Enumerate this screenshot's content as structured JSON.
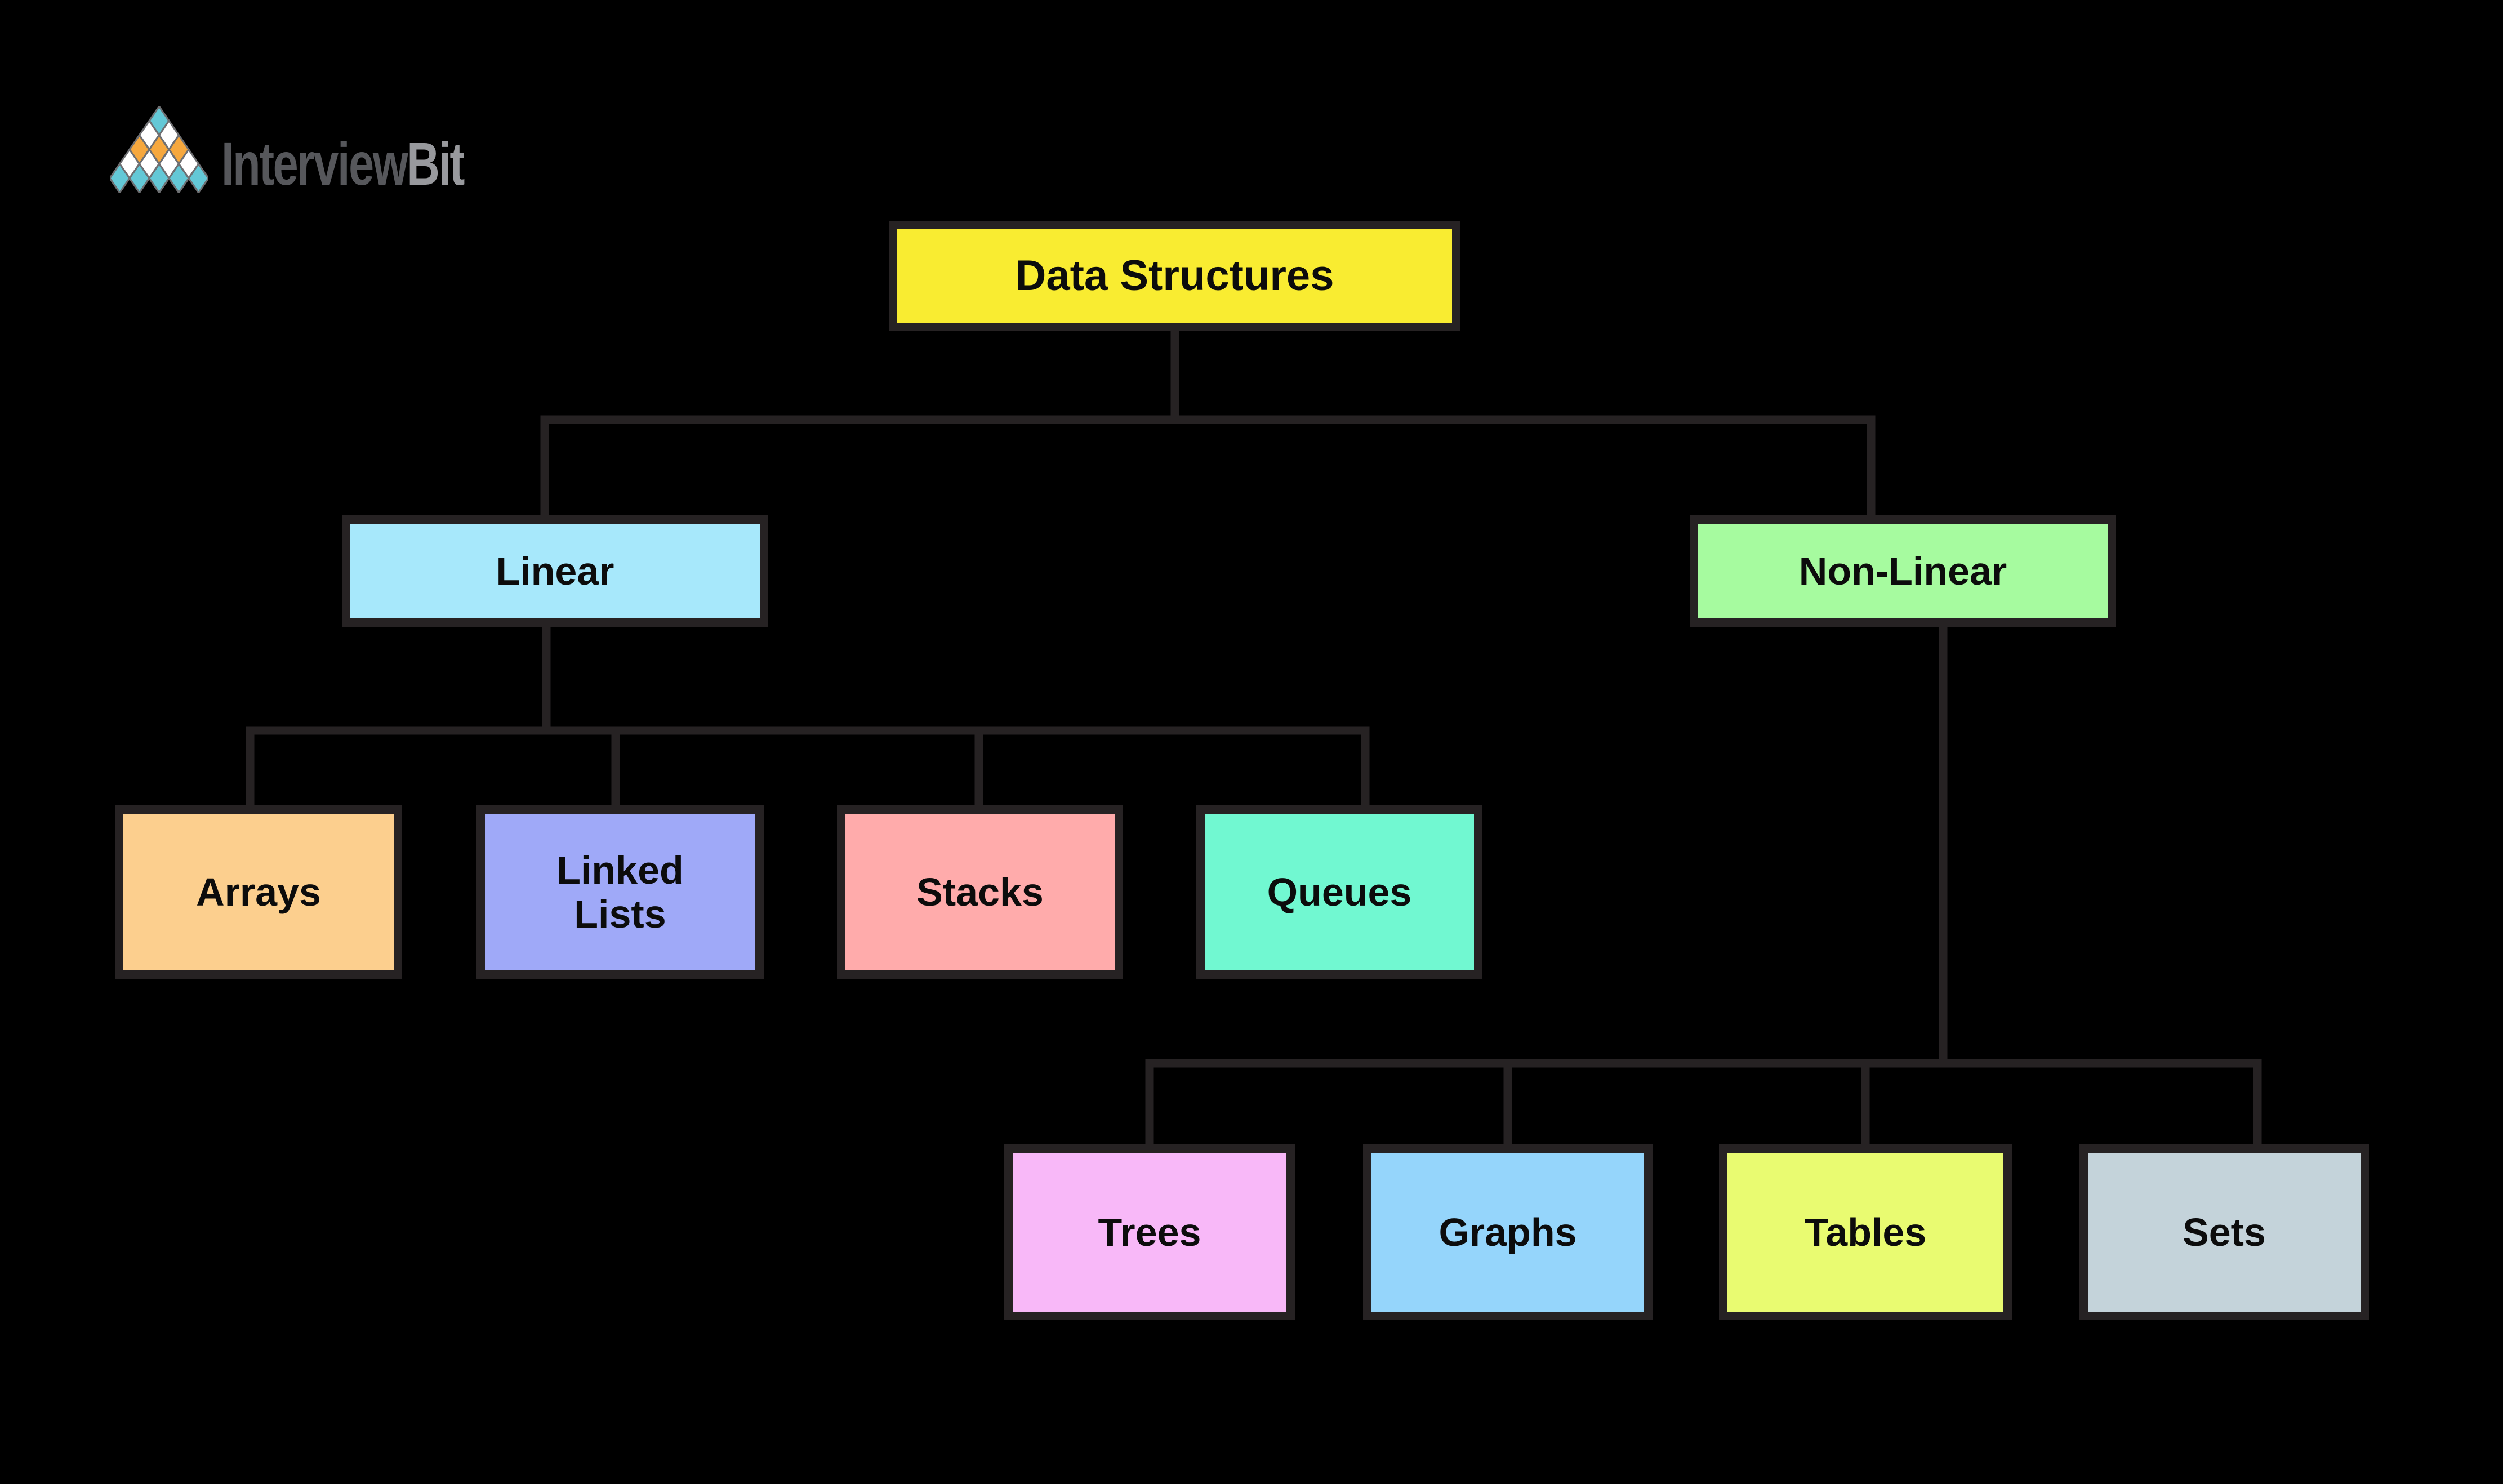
{
  "page": {
    "background": "#000000",
    "line_color": "#262223",
    "text_color": "#0c0c0c"
  },
  "logo": {
    "brand_primary": "Interview",
    "brand_secondary": "Bit",
    "mark_colors": {
      "teal": "#63c8d6",
      "white": "#ffffff",
      "orange": "#f6a83e",
      "outline": "#6e6f72"
    },
    "text_colors": {
      "primary": "#56575b",
      "secondary": "#98999d"
    }
  },
  "diagram": {
    "title": "Data Structures",
    "nodes": {
      "root": {
        "label": "Data Structures",
        "fill": "#f9ec31"
      },
      "linear": {
        "label": "Linear",
        "fill": "#a7e8fb"
      },
      "nonlinear": {
        "label": "Non-Linear",
        "fill": "#a6fb9f"
      },
      "arrays": {
        "label": "Arrays",
        "fill": "#fccf8e"
      },
      "linked_lists": {
        "label": "Linked\nLists",
        "fill": "#9fa9f8"
      },
      "stacks": {
        "label": "Stacks",
        "fill": "#ffabab"
      },
      "queues": {
        "label": "Queues",
        "fill": "#71f8d1"
      },
      "trees": {
        "label": "Trees",
        "fill": "#f8b8f8"
      },
      "graphs": {
        "label": "Graphs",
        "fill": "#95d5fb"
      },
      "tables": {
        "label": "Tables",
        "fill": "#e9fb71"
      },
      "sets": {
        "label": "Sets",
        "fill": "#c4d3da"
      }
    },
    "hierarchy": {
      "Data Structures": {
        "Linear": [
          "Arrays",
          "Linked Lists",
          "Stacks",
          "Queues"
        ],
        "Non-Linear": [
          "Trees",
          "Graphs",
          "Tables",
          "Sets"
        ]
      }
    }
  }
}
